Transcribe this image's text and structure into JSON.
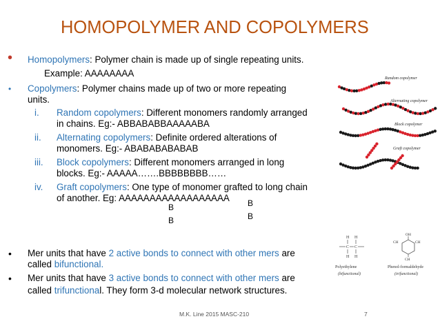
{
  "title": "HOMOPOLYMER AND COPOLYMERS",
  "homo": {
    "term": "Homopolymers",
    "rest": ": Polymer chain is made up of single repeating units.",
    "example": "Example: AAAAAAAA"
  },
  "copo": {
    "term": "Copolymers",
    "rest1": ": Polymer chains made up of two or more repeating",
    "rest2": "units."
  },
  "types": [
    {
      "num": "i.",
      "term": "Random copolymers",
      "rest": ": Different monomers randomly arranged",
      "line2": "in chains. Eg:- ABBABABBAAAAABA"
    },
    {
      "num": "ii.",
      "term": "Alternating copolymers",
      "rest": ": Definite ordered alterations of",
      "line2": "monomers. Eg:- ABABABABABAB"
    },
    {
      "num": "iii.",
      "term": "Block copolymers",
      "rest": ": Different monomers arranged in long",
      "line2": "blocks. Eg:- AAAAA…….BBBBBBBB……"
    },
    {
      "num": "iv.",
      "term": "Graft copolymers",
      "rest": ": One type of monomer grafted to long chain",
      "line2": "of another. Eg: AAAAAAAAAAAAAAAAAA"
    }
  ],
  "graft_b": [
    "B",
    "B",
    "B",
    "B"
  ],
  "mer1": {
    "pre": "Mer units that have ",
    "hl": "2 active bonds to connect with other mers",
    "post": " are",
    "l2hl": "bifunctional."
  },
  "mer2": {
    "pre": "Mer units that have ",
    "hl": "3 active bonds to connect with other mers",
    "post": " are",
    "l2pre": "called ",
    "l2hl": "trifunctiona",
    "l2post": "l. They form 3-d molecular network structures."
  },
  "mer1_l2pre": "called ",
  "figure": {
    "labels": [
      "Random copolymer",
      "Alternating copolymer",
      "Block copolymer",
      "Graft copolymer"
    ]
  },
  "chem": {
    "left": "Polyethylene",
    "left_sub": "(bifunctional)",
    "right": "Phenol-formaldehyde",
    "right_sub": "(trifunctional)",
    "atoms": [
      "H",
      "H",
      "C",
      "C",
      "H",
      "H",
      "OH",
      "CH",
      "CH",
      "CH"
    ]
  },
  "footer": {
    "left": "M.K. Line 2015    MASC-210",
    "page": "7"
  },
  "colors": {
    "title": "#b8520f",
    "highlight": "#2f75b5",
    "bead_red": "#d9232d",
    "bead_black": "#1a1a1a"
  }
}
